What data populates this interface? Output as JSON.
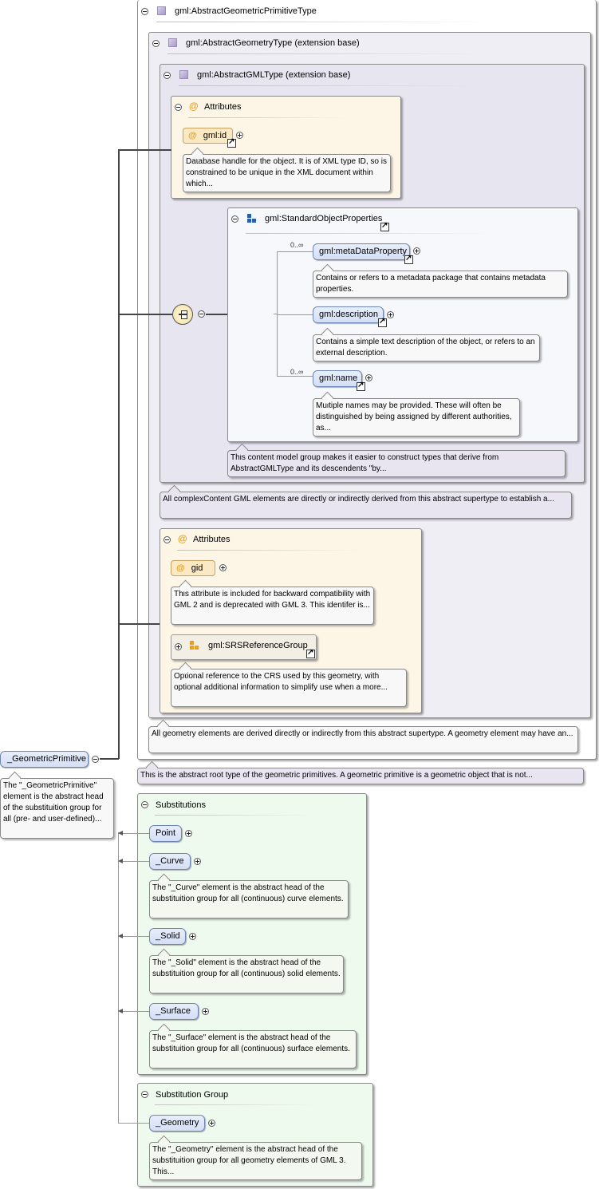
{
  "root": {
    "type_name": "gml:AbstractGeometricPrimitiveType",
    "doc": "This is the abstract root type of the geometric primitives. A geometric primitive is a geometric object that is not..."
  },
  "geometry_type": {
    "name": "gml:AbstractGeometryType (extension base)",
    "doc": "All geometry elements are derived directly or indirectly from this abstract supertype. A geometry element may have an..."
  },
  "gml_type": {
    "name": "gml:AbstractGMLType (extension base)",
    "doc": "All complexContent GML elements are directly or indirectly derived from this abstract supertype to establish a..."
  },
  "attributes1": {
    "title": "Attributes",
    "id_attr": "gml:id",
    "id_doc": "Database handle for the object. It is of XML type ID, so is constrained to be unique in the XML document within which..."
  },
  "standard_props": {
    "name": "gml:StandardObjectProperties",
    "doc": "This content model group makes it easier to construct types that derive from AbstractGMLType and its descendents \"by...",
    "items": [
      {
        "name": "gml:metaDataProperty",
        "card": "0..∞",
        "doc": "Contains or refers to a metadata package that contains metadata properties."
      },
      {
        "name": "gml:description",
        "card": "",
        "doc": "Contains a simple text description of the object, or refers to an external description."
      },
      {
        "name": "gml:name",
        "card": "0..∞",
        "doc": "Multiple names may be provided. These will often be distinguished by being assigned by different authorities, as..."
      }
    ]
  },
  "attributes2": {
    "title": "Attributes",
    "gid_attr": "gid",
    "gid_doc": "This attribute is included for backward compatibility with GML 2 and is deprecated with GML 3. This identifer is...",
    "srs_group": "gml:SRSReferenceGroup",
    "srs_doc": "Optional reference to the CRS used by this geometry, with optional additional information to simplify use when a more..."
  },
  "main_element": {
    "name": "_GeometricPrimitive",
    "doc": "The \"_GeometricPrimitive\" element is the abstract head of the substituition group for all (pre- and user-defined)..."
  },
  "substitutions": {
    "title": "Substitutions",
    "items": [
      {
        "name": "Point",
        "doc": ""
      },
      {
        "name": "_Curve",
        "doc": "The \"_Curve\" element is the abstract head of the substituition group for all (continuous) curve elements."
      },
      {
        "name": "_Solid",
        "doc": "The \"_Solid\" element is the abstract head of the substituition group for all (continuous) solid elements."
      },
      {
        "name": "_Surface",
        "doc": "The \"_Surface\" element is the abstract head of the substituition group for all (continuous) surface elements."
      }
    ]
  },
  "substitution_group": {
    "title": "Substitution Group",
    "name": "_Geometry",
    "doc": "The \"_Geometry\" element is the abstract head of the substituition group for all geometry elements of GML 3. This..."
  }
}
